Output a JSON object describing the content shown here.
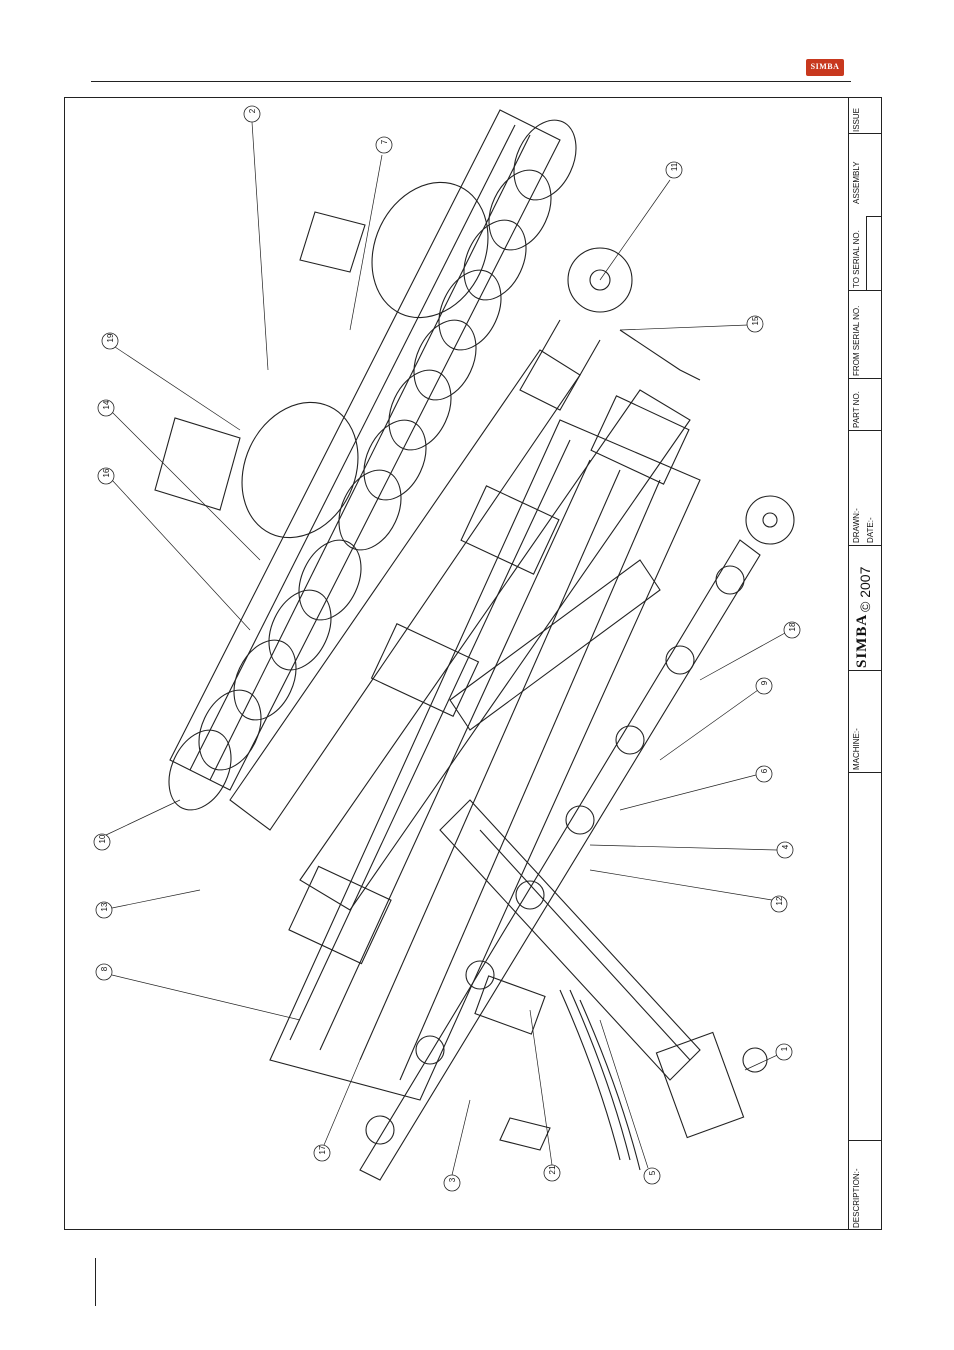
{
  "header": {
    "logo_text": "SIMBA"
  },
  "title_block": {
    "issue": "ISSUE",
    "assembly": "ASSEMBLY",
    "to_serial": "TO SERIAL NO.",
    "from_serial": "FROM SERIAL NO.",
    "part_no": "PART NO.",
    "drawn": "DRAWN:-",
    "date": "DATE:-",
    "brand": "SIMBA",
    "copyright": "© 2007",
    "machine": "MACHINE:-",
    "description": "DESCRIPTION:-"
  },
  "callouts": [
    "1",
    "2",
    "3",
    "4",
    "5",
    "6",
    "7",
    "8",
    "9",
    "10",
    "11",
    "12",
    "13",
    "14",
    "15",
    "16",
    "17",
    "18",
    "19",
    "21"
  ]
}
